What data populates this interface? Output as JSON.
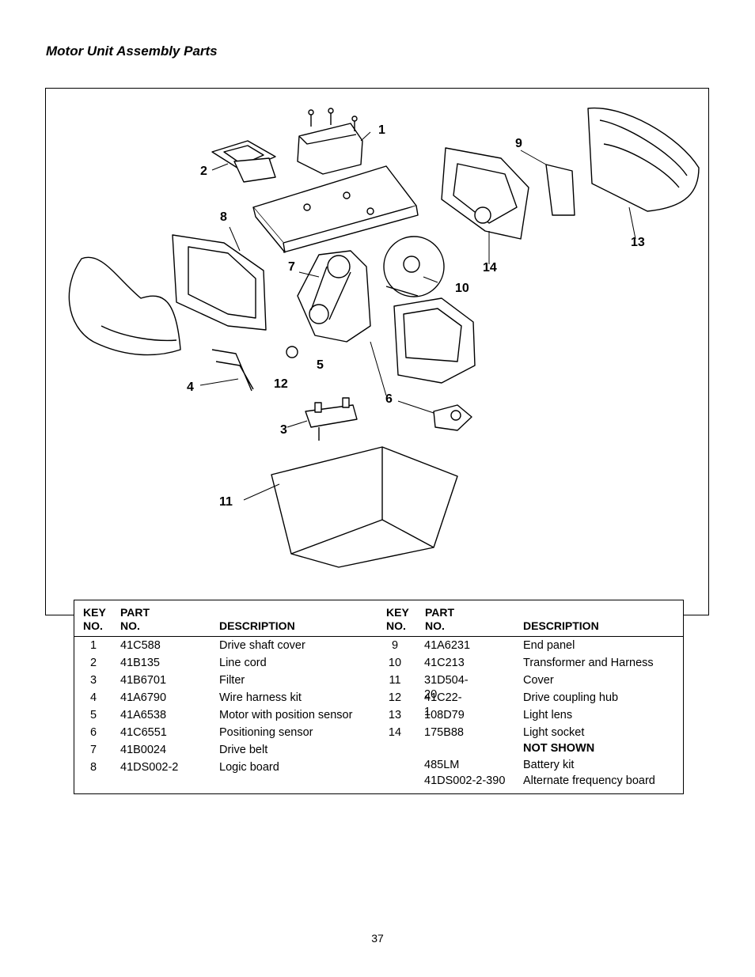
{
  "section_title": "Motor Unit Assembly Parts",
  "callouts": {
    "c1": "1",
    "c2": "2",
    "c3": "3",
    "c4": "4",
    "c5": "5",
    "c6": "6",
    "c7": "7",
    "c8": "8",
    "c9": "9",
    "c10": "10",
    "c11": "11",
    "c12": "12",
    "c13": "13",
    "c14": "14"
  },
  "table": {
    "headers": {
      "key_line1": "KEY",
      "key_line2": "NO.",
      "part_line1": "PART",
      "part_line2": "NO.",
      "description": "DESCRIPTION"
    },
    "left_rows": [
      {
        "key": "1",
        "part": "41C588",
        "desc": "Drive shaft cover"
      },
      {
        "key": "2",
        "part": "41B135",
        "desc": "Line cord"
      },
      {
        "key": "3",
        "part": "41B6701",
        "desc": "Filter"
      },
      {
        "key": "4",
        "part": "41A6790",
        "desc": "Wire harness kit"
      },
      {
        "key": "5",
        "part": "41A6538",
        "desc": "Motor with position sensor"
      },
      {
        "key": "6",
        "part": "41C6551",
        "desc": "Positioning sensor"
      },
      {
        "key": "7",
        "part": "41B0024",
        "desc": "Drive belt"
      },
      {
        "key": "8",
        "part": "41DS002-2",
        "desc": "Logic board"
      }
    ],
    "right_rows": [
      {
        "key": "9",
        "part": "41A6231",
        "desc": "End panel"
      },
      {
        "key": "10",
        "part": "41C213",
        "desc": "Transformer and Harness"
      },
      {
        "key": "11",
        "part": "31D504-20",
        "desc": "Cover"
      },
      {
        "key": "12",
        "part": "41C22-1",
        "desc": "Drive coupling hub"
      },
      {
        "key": "13",
        "part": "108D79",
        "desc": "Light lens"
      },
      {
        "key": "14",
        "part": "175B88",
        "desc": "Light socket"
      }
    ],
    "not_shown_label": "NOT SHOWN",
    "not_shown_rows": [
      {
        "part": "485LM",
        "desc": "Battery kit"
      },
      {
        "part": "41DS002-2-390",
        "desc": "Alternate frequency board"
      }
    ]
  },
  "page_number": "37"
}
